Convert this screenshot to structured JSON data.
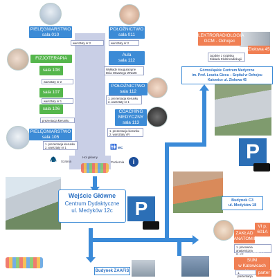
{
  "left_column": {
    "pielegniarstwo_top": {
      "title": "PIELĘGNIARSTWO",
      "room": "sala 010"
    },
    "pielegniarstwo_top_note": "warsztaty nr 2",
    "fizjoterapia": {
      "title": "FIZJOTERAPIA"
    },
    "sala108": {
      "room": "sala 108",
      "note": "warsztaty nr 2"
    },
    "sala107": {
      "room": "sala 107",
      "note": "warsztaty nr 1"
    },
    "sala106": {
      "room": "sala 106",
      "note": "prezentacja kierunku"
    },
    "pielegniarstwo_bottom": {
      "title": "PIELĘGNIARSTWO",
      "room": "sala 105"
    },
    "pielegniarstwo_bottom_notes": [
      "1. prezentacja kierunku",
      "2. warsztaty nr 1"
    ]
  },
  "center_column": {
    "poloznictwo_top": {
      "title": "POŁOŻNICTWO",
      "room": "sala 011"
    },
    "poloznictwo_top_note": "warsztaty nr 2",
    "aula": {
      "title": "Aula",
      "room": "sala 112"
    },
    "aula_note": [
      "Wykłady inauguracyjne",
      "Dnia Otwartego WNoZK"
    ],
    "poloznictwo_mid": {
      "title": "POŁOŻNICTWO",
      "room": "sala 112"
    },
    "poloznictwo_mid_notes": [
      "1. prezentacja kierunku",
      "2. warsztaty nr 1"
    ],
    "coaching": {
      "title": "COACHING MEDYCZNY",
      "room": "sala 113"
    },
    "coaching_notes": [
      "1. prezentacja kierunku",
      "2. warsztaty VR"
    ],
    "wc_label": "WC",
    "hol_label": "Hol główny",
    "szatnia_label": "Szatnia",
    "portiernia_label": "Portiernia",
    "info_icon_label": "i"
  },
  "main_entrance": {
    "line1": "Wejście Główne",
    "line2": "Centrum Dydaktyczne",
    "line3": "ul. Medyków 12c"
  },
  "parking_label": "P",
  "right_column": {
    "elektroradiologia": {
      "title": "ELEKTRORADIOLOGIA",
      "subtitle": "GCM - Ochojec",
      "address": "Ziołowa 45"
    },
    "elektro_notes": [
      "zgodnie z rozpiską",
      "Zakładu Elektroradiologii"
    ],
    "hospital": {
      "line1": "Górnośląskie Centrum Medyczne",
      "line2": "im. Prof. Leszka Gieca – Szpital w Ochojcu",
      "line3": "Katowice ul. Ziołowa 45"
    },
    "budynek_c3": {
      "line1": "Budynek C3",
      "line2": "ul. Medyków 18"
    },
    "zaklad": {
      "line1": "ZAKŁAD",
      "line2": "ANATOMII",
      "room_line1": "VI p.",
      "room_line2": "601A"
    },
    "zaklad_notes": [
      "1. pracownia anatomiczna",
      "2. VR"
    ],
    "biblioteka": {
      "line1": "BIBLIOTEKA SUM",
      "line2": "w Katowicach Ligocie",
      "floor": "parter"
    },
    "biblioteka_notes": [
      "1. prezentacja"
    ]
  },
  "bottom": {
    "budynek_zaafis": "Budynek ZAAFiS"
  },
  "colors": {
    "blue": "#3c8bd6",
    "green": "#55b64c",
    "orange": "#f07f53",
    "hall": "#c9cfe6",
    "arrow": "#3a8ad8",
    "parking": "#2c6fb6"
  }
}
